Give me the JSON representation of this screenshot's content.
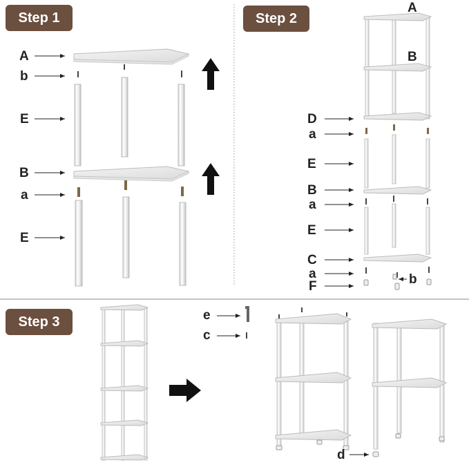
{
  "steps": {
    "step1": "Step 1",
    "step2": "Step 2",
    "step3": "Step 3"
  },
  "step1_labels": {
    "A": "A",
    "b": "b",
    "E1": "E",
    "B": "B",
    "a": "a",
    "E2": "E"
  },
  "step2_labels": {
    "A": "A",
    "B_top": "B",
    "D": "D",
    "a1": "a",
    "E1": "E",
    "B": "B",
    "a2": "a",
    "E2": "E",
    "C": "C",
    "a3": "a",
    "b": "b",
    "F": "F"
  },
  "step3_labels": {
    "e": "e",
    "c": "c",
    "d": "d"
  },
  "colors": {
    "badge": "#6b4f3f",
    "arrow": "#111111",
    "divider": "#9a9a9a"
  }
}
